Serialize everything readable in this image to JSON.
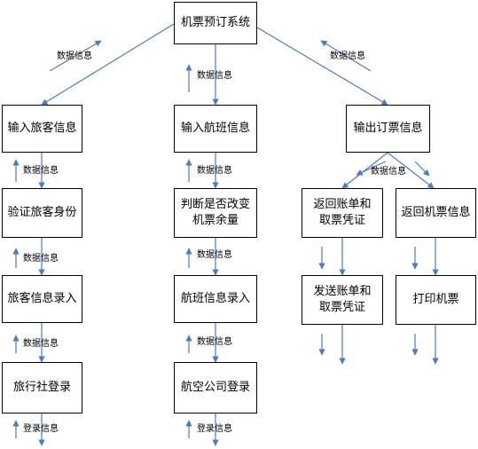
{
  "nodes": {
    "root": "机票预订系统",
    "input_passenger": "输入旅客信息",
    "input_flight": "输入航班信息",
    "output_ticket": "输出订票信息",
    "verify_identity": "验证旅客身份",
    "judge_change": "判断是否改变\n机票余量",
    "return_bill": "返回账单和\n取票凭证",
    "return_ticket": "返回机票信息",
    "passenger_record": "旅客信息录入",
    "flight_record": "航班信息录入",
    "send_bill": "发送账单和\n取票凭证",
    "print_ticket": "打印机票",
    "agency_login": "旅行社登录",
    "airline_login": "航空公司登录"
  },
  "edge_labels": {
    "data_info": "数据信息",
    "login_info": "登录信息"
  }
}
